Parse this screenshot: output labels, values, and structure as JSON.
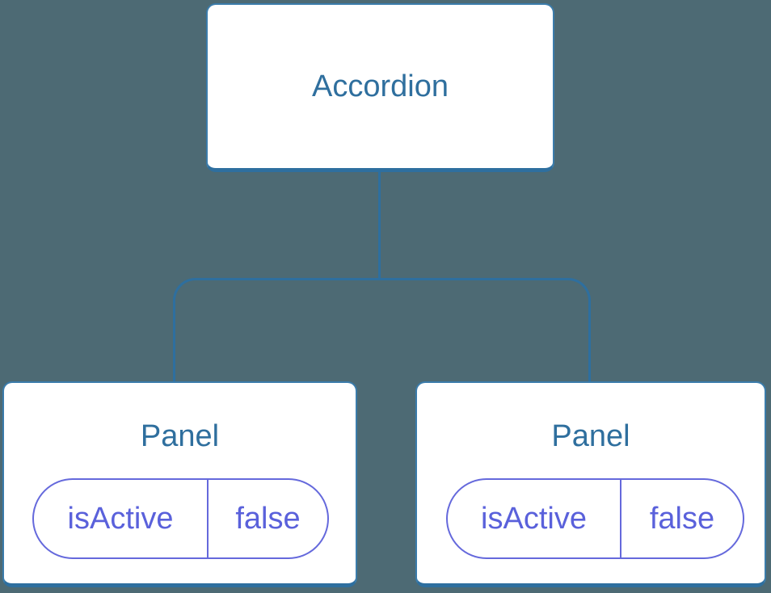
{
  "theme": {
    "background": "#4D6A74",
    "line": "#2E6F9F",
    "box_border": "#3B7CAB",
    "box_fill": "#FFFFFF",
    "title_text": "#2F6F9E",
    "pill_border": "#6569DC",
    "pill_text": "#5A61DB"
  },
  "tree": {
    "root": {
      "label": "Accordion"
    },
    "panels": [
      {
        "title": "Panel",
        "state": {
          "key": "isActive",
          "value": "false"
        }
      },
      {
        "title": "Panel",
        "state": {
          "key": "isActive",
          "value": "false"
        }
      }
    ]
  }
}
